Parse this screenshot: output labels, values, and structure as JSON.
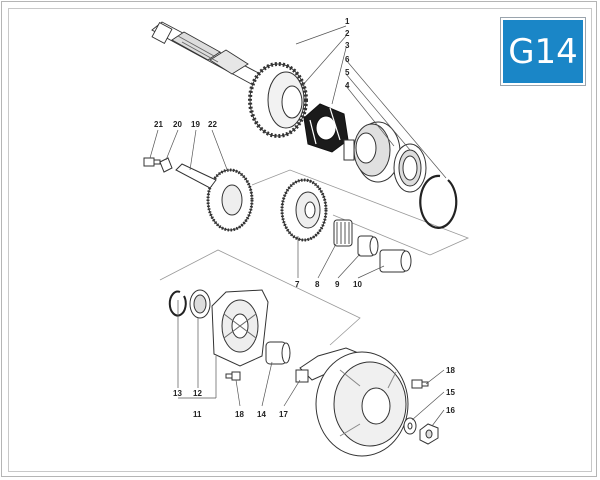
{
  "badge": {
    "code": "G14",
    "color": "#1a86c7"
  },
  "labels": {
    "p1": "1",
    "p2": "2",
    "p3": "3",
    "p4": "4",
    "p5": "5",
    "p6": "6",
    "p7": "7",
    "p8": "8",
    "p9": "9",
    "p10": "10",
    "p11": "11",
    "p12": "12",
    "p13": "13",
    "p14": "14",
    "p15": "15",
    "p16": "16",
    "p17": "17",
    "p18a": "18",
    "p18b": "18",
    "p19": "19",
    "p20": "20",
    "p21": "21",
    "p22": "22"
  }
}
